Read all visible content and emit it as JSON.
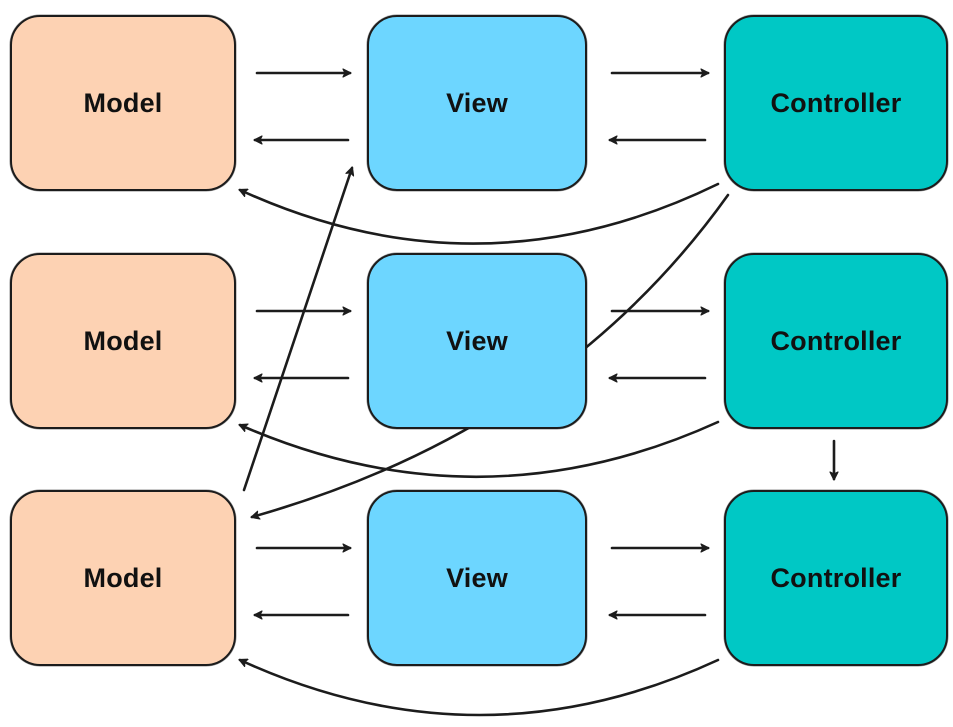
{
  "diagram": {
    "rows": [
      {
        "model": "Model",
        "view": "View",
        "controller": "Controller"
      },
      {
        "model": "Model",
        "view": "View",
        "controller": "Controller"
      },
      {
        "model": "Model",
        "view": "View",
        "controller": "Controller"
      }
    ],
    "colors": {
      "model": "#fdd2b3",
      "view": "#6dd6ff",
      "controller": "#00c8c5",
      "stroke": "#1c1c1c"
    }
  }
}
